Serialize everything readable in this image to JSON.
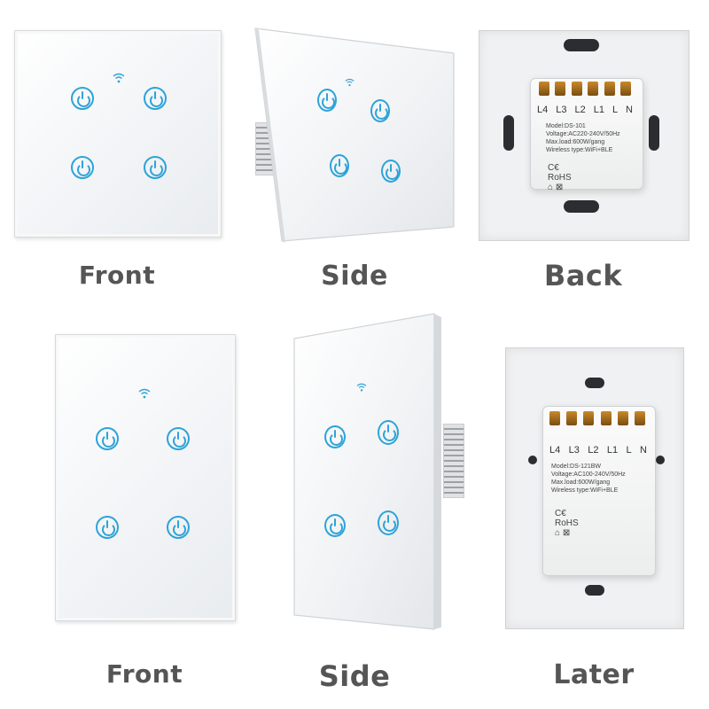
{
  "captions": {
    "top_front": "Front",
    "top_side": "Side",
    "top_back": "Back",
    "bottom_front": "Front",
    "bottom_side": "Side",
    "bottom_later": "Later"
  },
  "back_top": {
    "terminal_labels": [
      "L4",
      "L3",
      "L2",
      "L1",
      "L",
      "N"
    ],
    "model": "Model:DS-101",
    "voltage": "Voltage:AC220-240V/50Hz",
    "max_load": "Max.load:600W/gang",
    "wireless": "Wireless type:WiFi+BLE",
    "cert": "C€ RoHS ⌂ ⊠"
  },
  "back_bottom": {
    "terminal_labels": [
      "L4",
      "L3",
      "L2",
      "L1",
      "L",
      "N"
    ],
    "model": "Model:DS-121BW",
    "voltage": "Voltage:AC100-240V/50Hz",
    "max_load": "Max.load:600W/gang",
    "wireless": "Wireless type:WiFi+BLE",
    "cert": "C€ RoHS ⌂ ⊠"
  },
  "colors": {
    "accent": "#2ea3d8",
    "caption": "#555555"
  },
  "icons": {
    "button": "power-icon",
    "wifi": "wifi-icon"
  }
}
